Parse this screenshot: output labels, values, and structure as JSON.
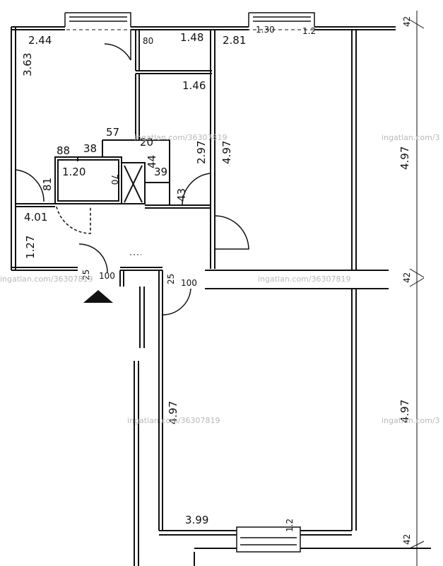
{
  "plan": {
    "labels": {
      "room_kitchen_width": "2.44",
      "room_kitchen_depth": "3.63",
      "bath_width": "1.48",
      "bath_door": "80",
      "room_mid_width": "2.81",
      "window_top_right": "1.30",
      "window_top_right_2": "1.2",
      "wc_width": "1.46",
      "hall_57": "57",
      "hall_38": "38",
      "hall_88": "88",
      "hall_20": "20",
      "hall_44": "44",
      "wc_depth": "2.97",
      "room_mid_depth": "4.97",
      "closet_120": "1.20",
      "closet_70": "70",
      "shaft_39": "39",
      "door_81": "81",
      "door_43": "43",
      "hall_width": "4.01",
      "hall_depth": "1.27",
      "door_25": "25",
      "door_100_a": "100",
      "door_25b": "25",
      "door_100_b": "100",
      "room_lower_depth": "4.97",
      "room_lower_width": "3.99",
      "window_bottom": "1.2",
      "right_dim_top": "4.97",
      "right_dim_bottom": "4.97",
      "right_dim_42_a": "42",
      "right_dim_42_b": "42",
      "right_dim_42_c": "42"
    },
    "watermark": "ingatlan.com/36307819",
    "watermark_short": "ingatlan.com/3"
  }
}
